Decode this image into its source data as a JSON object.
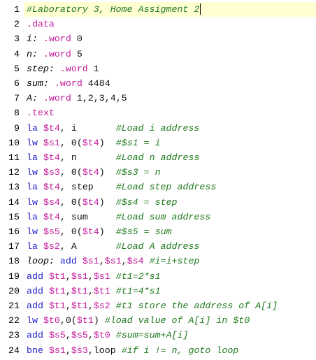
{
  "editor": {
    "lines": [
      {
        "n": "1",
        "tokens": [
          {
            "t": "cmt",
            "v": "#Laboratory 3, Home Assigment 2"
          }
        ],
        "caret": true,
        "current": true
      },
      {
        "n": "2",
        "tokens": [
          {
            "t": "dir",
            "v": ".data"
          }
        ]
      },
      {
        "n": "3",
        "tokens": [
          {
            "t": "lbl",
            "v": "i:"
          },
          {
            "t": "plain",
            "v": " "
          },
          {
            "t": "dir",
            "v": ".word"
          },
          {
            "t": "plain",
            "v": " 0"
          }
        ]
      },
      {
        "n": "4",
        "tokens": [
          {
            "t": "lbl",
            "v": "n:"
          },
          {
            "t": "plain",
            "v": " "
          },
          {
            "t": "dir",
            "v": ".word"
          },
          {
            "t": "plain",
            "v": " 5"
          }
        ]
      },
      {
        "n": "5",
        "tokens": [
          {
            "t": "lbl",
            "v": "step:"
          },
          {
            "t": "plain",
            "v": " "
          },
          {
            "t": "dir",
            "v": ".word"
          },
          {
            "t": "plain",
            "v": " 1"
          }
        ]
      },
      {
        "n": "6",
        "tokens": [
          {
            "t": "lbl",
            "v": "sum:"
          },
          {
            "t": "plain",
            "v": " "
          },
          {
            "t": "dir",
            "v": ".word"
          },
          {
            "t": "plain",
            "v": " 4484"
          }
        ]
      },
      {
        "n": "7",
        "tokens": [
          {
            "t": "lbl",
            "v": "A:"
          },
          {
            "t": "plain",
            "v": " "
          },
          {
            "t": "dir",
            "v": ".word"
          },
          {
            "t": "plain",
            "v": " 1,2,3,4,5"
          }
        ]
      },
      {
        "n": "8",
        "tokens": [
          {
            "t": "dir",
            "v": ".text"
          }
        ]
      },
      {
        "n": "9",
        "tokens": [
          {
            "t": "kw",
            "v": "la"
          },
          {
            "t": "plain",
            "v": " "
          },
          {
            "t": "reg",
            "v": "$t4"
          },
          {
            "t": "plain",
            "v": ", i       "
          },
          {
            "t": "cmt",
            "v": "#Load i address"
          }
        ]
      },
      {
        "n": "10",
        "tokens": [
          {
            "t": "kw",
            "v": "lw"
          },
          {
            "t": "plain",
            "v": " "
          },
          {
            "t": "reg",
            "v": "$s1"
          },
          {
            "t": "plain",
            "v": ", 0("
          },
          {
            "t": "reg",
            "v": "$t4"
          },
          {
            "t": "plain",
            "v": ")  "
          },
          {
            "t": "cmt",
            "v": "#$s1 = i"
          }
        ]
      },
      {
        "n": "11",
        "tokens": [
          {
            "t": "kw",
            "v": "la"
          },
          {
            "t": "plain",
            "v": " "
          },
          {
            "t": "reg",
            "v": "$t4"
          },
          {
            "t": "plain",
            "v": ", n       "
          },
          {
            "t": "cmt",
            "v": "#Load n address"
          }
        ]
      },
      {
        "n": "12",
        "tokens": [
          {
            "t": "kw",
            "v": "lw"
          },
          {
            "t": "plain",
            "v": " "
          },
          {
            "t": "reg",
            "v": "$s3"
          },
          {
            "t": "plain",
            "v": ", 0("
          },
          {
            "t": "reg",
            "v": "$t4"
          },
          {
            "t": "plain",
            "v": ")  "
          },
          {
            "t": "cmt",
            "v": "#$s3 = n"
          }
        ]
      },
      {
        "n": "13",
        "tokens": [
          {
            "t": "kw",
            "v": "la"
          },
          {
            "t": "plain",
            "v": " "
          },
          {
            "t": "reg",
            "v": "$t4"
          },
          {
            "t": "plain",
            "v": ", step    "
          },
          {
            "t": "cmt",
            "v": "#Load step address"
          }
        ]
      },
      {
        "n": "14",
        "tokens": [
          {
            "t": "kw",
            "v": "lw"
          },
          {
            "t": "plain",
            "v": " "
          },
          {
            "t": "reg",
            "v": "$s4"
          },
          {
            "t": "plain",
            "v": ", 0("
          },
          {
            "t": "reg",
            "v": "$t4"
          },
          {
            "t": "plain",
            "v": ")  "
          },
          {
            "t": "cmt",
            "v": "#$s4 = step"
          }
        ]
      },
      {
        "n": "15",
        "tokens": [
          {
            "t": "kw",
            "v": "la"
          },
          {
            "t": "plain",
            "v": " "
          },
          {
            "t": "reg",
            "v": "$t4"
          },
          {
            "t": "plain",
            "v": ", sum     "
          },
          {
            "t": "cmt",
            "v": "#Load sum address"
          }
        ]
      },
      {
        "n": "16",
        "tokens": [
          {
            "t": "kw",
            "v": "lw"
          },
          {
            "t": "plain",
            "v": " "
          },
          {
            "t": "reg",
            "v": "$s5"
          },
          {
            "t": "plain",
            "v": ", 0("
          },
          {
            "t": "reg",
            "v": "$t4"
          },
          {
            "t": "plain",
            "v": ")  "
          },
          {
            "t": "cmt",
            "v": "#$s5 = sum"
          }
        ]
      },
      {
        "n": "17",
        "tokens": [
          {
            "t": "kw",
            "v": "la"
          },
          {
            "t": "plain",
            "v": " "
          },
          {
            "t": "reg",
            "v": "$s2"
          },
          {
            "t": "plain",
            "v": ", A       "
          },
          {
            "t": "cmt",
            "v": "#Load A address"
          }
        ]
      },
      {
        "n": "18",
        "tokens": [
          {
            "t": "lbl",
            "v": "loop:"
          },
          {
            "t": "plain",
            "v": " "
          },
          {
            "t": "kw",
            "v": "add"
          },
          {
            "t": "plain",
            "v": " "
          },
          {
            "t": "reg",
            "v": "$s1"
          },
          {
            "t": "plain",
            "v": ","
          },
          {
            "t": "reg",
            "v": "$s1"
          },
          {
            "t": "plain",
            "v": ","
          },
          {
            "t": "reg",
            "v": "$s4"
          },
          {
            "t": "plain",
            "v": " "
          },
          {
            "t": "cmt",
            "v": "#i=i+step"
          }
        ]
      },
      {
        "n": "19",
        "tokens": [
          {
            "t": "kw",
            "v": "add"
          },
          {
            "t": "plain",
            "v": " "
          },
          {
            "t": "reg",
            "v": "$t1"
          },
          {
            "t": "plain",
            "v": ","
          },
          {
            "t": "reg",
            "v": "$s1"
          },
          {
            "t": "plain",
            "v": ","
          },
          {
            "t": "reg",
            "v": "$s1"
          },
          {
            "t": "plain",
            "v": " "
          },
          {
            "t": "cmt",
            "v": "#t1=2*s1"
          }
        ]
      },
      {
        "n": "20",
        "tokens": [
          {
            "t": "kw",
            "v": "add"
          },
          {
            "t": "plain",
            "v": " "
          },
          {
            "t": "reg",
            "v": "$t1"
          },
          {
            "t": "plain",
            "v": ","
          },
          {
            "t": "reg",
            "v": "$t1"
          },
          {
            "t": "plain",
            "v": ","
          },
          {
            "t": "reg",
            "v": "$t1"
          },
          {
            "t": "plain",
            "v": " "
          },
          {
            "t": "cmt",
            "v": "#t1=4*s1"
          }
        ]
      },
      {
        "n": "21",
        "tokens": [
          {
            "t": "kw",
            "v": "add"
          },
          {
            "t": "plain",
            "v": " "
          },
          {
            "t": "reg",
            "v": "$t1"
          },
          {
            "t": "plain",
            "v": ","
          },
          {
            "t": "reg",
            "v": "$t1"
          },
          {
            "t": "plain",
            "v": ","
          },
          {
            "t": "reg",
            "v": "$s2"
          },
          {
            "t": "plain",
            "v": " "
          },
          {
            "t": "cmt",
            "v": "#t1 store the address of A[i]"
          }
        ]
      },
      {
        "n": "22",
        "tokens": [
          {
            "t": "kw",
            "v": "lw"
          },
          {
            "t": "plain",
            "v": " "
          },
          {
            "t": "reg",
            "v": "$t0"
          },
          {
            "t": "plain",
            "v": ",0("
          },
          {
            "t": "reg",
            "v": "$t1"
          },
          {
            "t": "plain",
            "v": ") "
          },
          {
            "t": "cmt",
            "v": "#load value of A[i] in $t0"
          }
        ]
      },
      {
        "n": "23",
        "tokens": [
          {
            "t": "kw",
            "v": "add"
          },
          {
            "t": "plain",
            "v": " "
          },
          {
            "t": "reg",
            "v": "$s5"
          },
          {
            "t": "plain",
            "v": ","
          },
          {
            "t": "reg",
            "v": "$s5"
          },
          {
            "t": "plain",
            "v": ","
          },
          {
            "t": "reg",
            "v": "$t0"
          },
          {
            "t": "plain",
            "v": " "
          },
          {
            "t": "cmt",
            "v": "#sum=sum+A[i]"
          }
        ]
      },
      {
        "n": "24",
        "tokens": [
          {
            "t": "kw",
            "v": "bne"
          },
          {
            "t": "plain",
            "v": " "
          },
          {
            "t": "reg",
            "v": "$s1"
          },
          {
            "t": "plain",
            "v": ","
          },
          {
            "t": "reg",
            "v": "$s3"
          },
          {
            "t": "plain",
            "v": ",loop "
          },
          {
            "t": "cmt",
            "v": "#if i != n, goto loop"
          }
        ]
      }
    ]
  }
}
